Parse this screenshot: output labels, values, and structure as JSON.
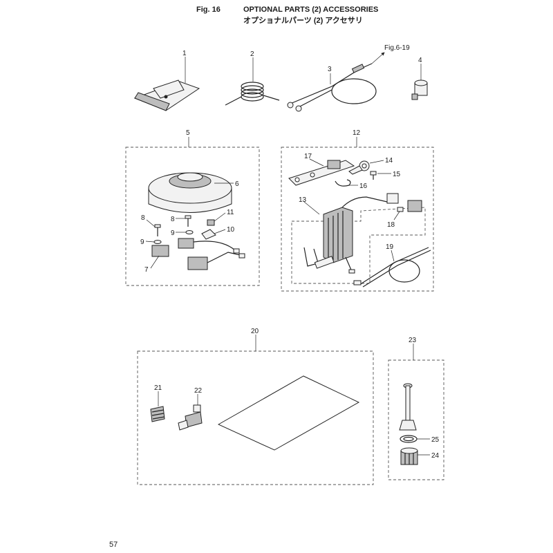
{
  "header": {
    "fig_label": "Fig. 16",
    "title": "OPTIONAL PARTS (2) ACCESSORIES",
    "subtitle": "オプショナルパーツ (2) アクセサリ"
  },
  "reference": "Fig.6-19",
  "page_number": "57",
  "callouts": [
    "1",
    "2",
    "3",
    "4",
    "5",
    "6",
    "7",
    "8",
    "8",
    "9",
    "9",
    "10",
    "11",
    "12",
    "13",
    "14",
    "15",
    "16",
    "17",
    "18",
    "19",
    "20",
    "21",
    "22",
    "23",
    "24",
    "25"
  ]
}
